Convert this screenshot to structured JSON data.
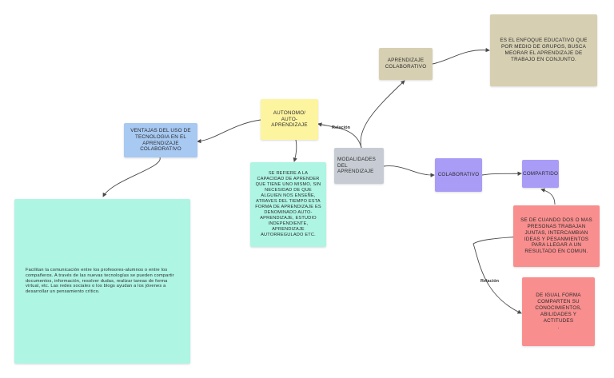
{
  "colors": {
    "tan": "#d6cfb2",
    "yellow": "#fdf4a0",
    "blue": "#a7c9f2",
    "grey": "#c7ccd4",
    "purple": "#a99cf7",
    "aqua": "#aef5e4",
    "red": "#f98e8e",
    "line": "#4a4a4a"
  },
  "nodes": {
    "aprendizaje_colaborativo": "APRENDIZAJE\nCOLABORATIVO",
    "definicion_colaborativo": "ES EL ENFOQUE EDUCATIVO QUE POR MEDIO DE  GRUPOS, BUSCA MEORAR EL APRENDIZAJE DE TRABAJO EN CONJUNTO.",
    "autonomo": "AUTONOMO/\nAUTO-APRENDIZAJE",
    "ventajas": "VENTAJAS DEL USO DE TECNOLOGIA EN EL APRENDIZAJE COLABORATIVO",
    "modalidades": "MODALIDADES\nDEL\nAPRENDIZAJE",
    "definicion_autonomo": "SE REFIERE A LA CAPACIDAD DE APRENDER QUE TIENE UNO MISMO, SIN NECESIDAD DE QUE ALGUIEN NOS ENSEÑE, ATRAVES DEL TIEMPO ESTA FORMA DE APRENDIZAJE ES DENOMINADO AUTO-APRENDIZAJE, ESTUDIO INDEPENDIENTE, APRENDIZAJE AUTORREGULADO ETC.",
    "colaborativo": "COLABORATIVO",
    "compartido": "COMPARTIDO",
    "ventajas_texto": "Facilitan la comunicación entre los profesores-alumnos o entre los compañeros. A través de las nuevas tecnologías se pueden compartir documentos, información, resolver dudas, realizar tareas de forma virtual, etc. Las redes sociales o los blogs ayudan a los jóvenes a desarrollar un pensamiento crítico.",
    "definicion_compartido": "SE DE CUANDO DOS O MAS PRESONAS TRABAJAN JUNTAS, INTERCAMBIAN IDEAS Y PESANMIENTOS PARA LLEGAR A UN RESULTADO EN COMUN.",
    "igual_forma": "DE IGUAL FORMA COMPARTEN SU CONOCIMIENTOS, ABILIDADES Y ACTITUDES\n."
  },
  "labels": {
    "relacion_top": "Relación",
    "relacion_bottom": "Relación"
  }
}
